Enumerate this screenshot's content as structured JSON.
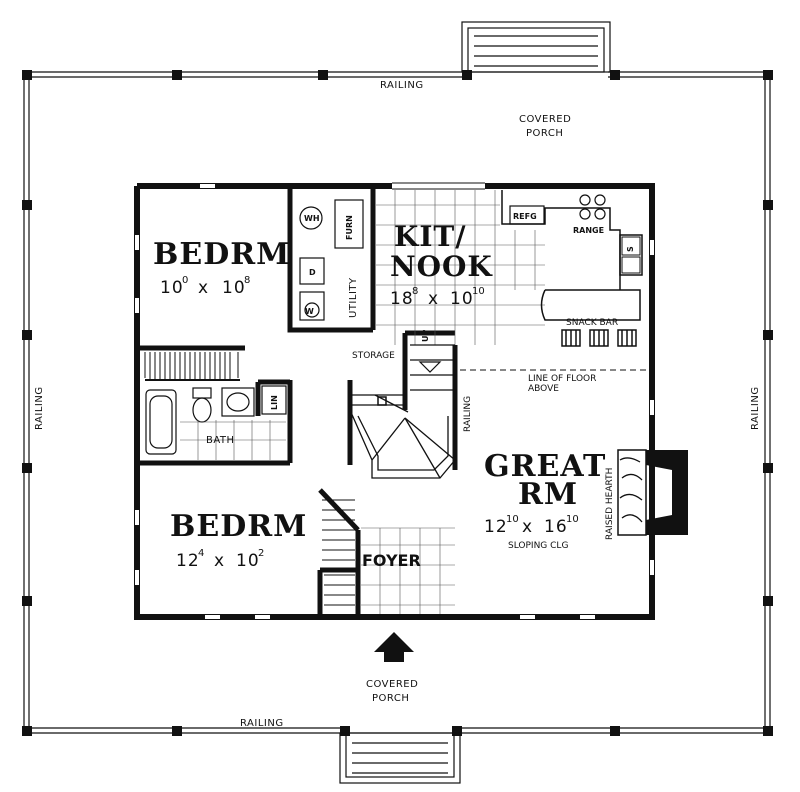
{
  "porch_top": {
    "title": "COVERED",
    "subtitle": "PORCH"
  },
  "porch_bottom": {
    "title": "COVERED",
    "subtitle": "PORCH"
  },
  "railings": {
    "top": "RAILING",
    "bottom": "RAILING",
    "left": "RAILING",
    "right": "RAILING",
    "stair": "RAILING"
  },
  "rooms": {
    "bedroom1": {
      "name": "BEDRM",
      "w": "10",
      "w_in": "0",
      "x": "x",
      "l": "10",
      "l_in": "8"
    },
    "bedroom2": {
      "name": "BEDRM",
      "w": "12",
      "w_in": "4",
      "x": "x",
      "l": "10",
      "l_in": "2"
    },
    "kitchen": {
      "name_line1": "KIT/",
      "name_line2": "NOOK",
      "w": "18",
      "w_in": "8",
      "x": "x",
      "l": "10",
      "l_in": "10"
    },
    "great_room": {
      "name_line1": "GREAT",
      "name_line2": "RM",
      "w": "12",
      "w_in": "10",
      "x": "x",
      "l": "16",
      "l_in": "10",
      "note": "SLOPING CLG"
    },
    "utility": {
      "name": "UTILITY"
    },
    "bath": {
      "name": "BATH"
    },
    "foyer": {
      "name": "FOYER"
    },
    "storage": {
      "name": "STORAGE"
    }
  },
  "fixtures": {
    "water_heater": "WH",
    "furnace": "FURN",
    "dryer": "D",
    "washer": "W",
    "linen": "LIN",
    "refrigerator": "REFG",
    "range": "RANGE",
    "sink": "S",
    "snack_bar": "SNACK BAR",
    "stairs_up": "UP",
    "line_of_floor_1": "LINE OF FLOOR",
    "line_of_floor_2": "ABOVE",
    "hearth": "RAISED HEARTH"
  }
}
